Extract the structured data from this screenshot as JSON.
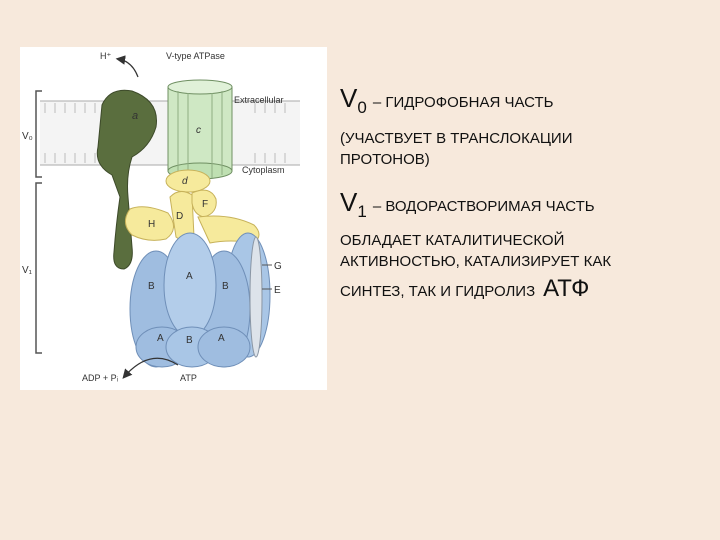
{
  "diagram": {
    "title": "V-type ATPase",
    "proton": "H⁺",
    "membrane_top": "Extracellular",
    "membrane_bottom": "Cytoplasm",
    "v0_label": "V₀",
    "v1_label": "V₁",
    "adp_label": "ADP + Pᵢ",
    "atp_label": "ATP",
    "subunits": {
      "a": "a",
      "c": "c",
      "d": "d",
      "F": "F",
      "D": "D",
      "H": "H",
      "A1": "A",
      "A2": "A",
      "A3": "A",
      "B1": "B",
      "B2": "B",
      "G": "G",
      "E": "E"
    }
  },
  "slide": {
    "v0": {
      "letter": "V",
      "sub": "0",
      "desc": "– ГИДРОФОБНАЯ ЧАСТЬ"
    },
    "v0_lines": [
      "(УЧАСТВУЕТ В ТРАНСЛОКАЦИИ",
      "ПРОТОНОВ)"
    ],
    "v1": {
      "letter": "V",
      "sub": "1",
      "desc": "– ВОДОРАСТВОРИМАЯ ЧАСТЬ"
    },
    "v1_lines": [
      "ОБЛАДАЕТ КАТАЛИТИЧЕСКОЙ",
      "АКТИВНОСТЬЮ, КАТАЛИЗИРУЕТ КАК"
    ],
    "v1_last": "СИНТЕЗ, ТАК И ГИДРОЛИЗ",
    "v1_atf": "АТФ"
  }
}
